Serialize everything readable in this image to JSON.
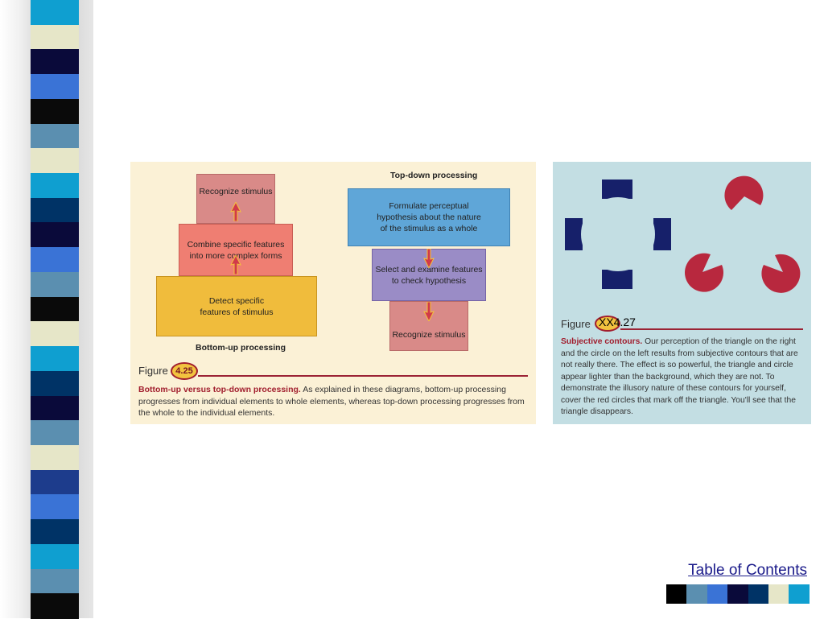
{
  "colors": {
    "band_palette": [
      "#0a0a3a",
      "#1d3c8c",
      "#3a73d6",
      "#5b8fb0",
      "#e6e6c8",
      "#0f9fd0",
      "#0a0a0a",
      "#003366"
    ],
    "swatches": [
      "#000000",
      "#5b8fb0",
      "#3a73d6",
      "#0a0a3a",
      "#003366",
      "#e6e6c8",
      "#0f9fd0"
    ]
  },
  "left_figure": {
    "bottom_up": {
      "heading": "Bottom-up processing",
      "boxes": [
        "Recognize stimulus",
        "Combine specific features\ninto more complex forms",
        "Detect specific\nfeatures of stimulus"
      ]
    },
    "top_down": {
      "heading": "Top-down processing",
      "boxes": [
        "Formulate perceptual\nhypothesis about the nature\nof the stimulus as a whole",
        "Select and examine features\nto check hypothesis",
        "Recognize stimulus"
      ]
    },
    "figure_word": "Figure",
    "figure_number": "4.25",
    "caption_title": "Bottom-up versus top-down processing.",
    "caption_text": "As explained in these diagrams, bottom-up processing progresses from individual elements to whole elements, whereas top-down processing progresses from the whole to the individual elements."
  },
  "right_figure": {
    "figure_word": "Figure",
    "figure_number": "XX4.27",
    "caption_title": "Subjective contours.",
    "caption_text": "Our perception of the triangle on the right and the circle on the left results from subjective contours that are not really there. The effect is so powerful, the triangle and circle appear lighter than the background, which they are not. To demonstrate the illusory nature of these contours for yourself, cover the red circles that mark off the triangle. You'll see that the triangle disappears."
  },
  "footer": {
    "toc_label": "Table of Contents"
  }
}
